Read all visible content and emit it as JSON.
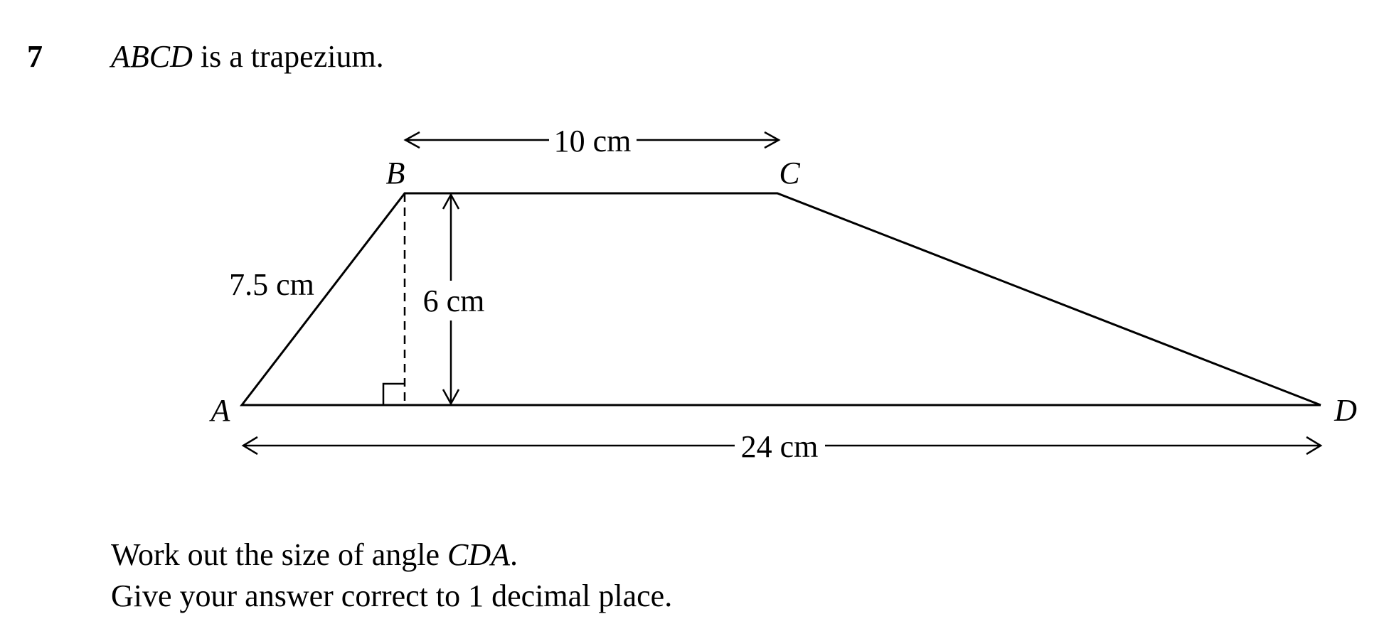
{
  "question": {
    "number": "7",
    "title_shape": "ABCD",
    "title_rest": " is a trapezium.",
    "line1_prefix": "Work out the size of angle ",
    "line1_angle": "CDA",
    "line1_suffix": ".",
    "line2": "Give your answer correct to 1 decimal place."
  },
  "diagram": {
    "vertices": {
      "A": "A",
      "B": "B",
      "C": "C",
      "D": "D"
    },
    "dimensions": {
      "BC": "10 cm",
      "AB": "7.5 cm",
      "height": "6 cm",
      "AD": "24 cm"
    }
  }
}
